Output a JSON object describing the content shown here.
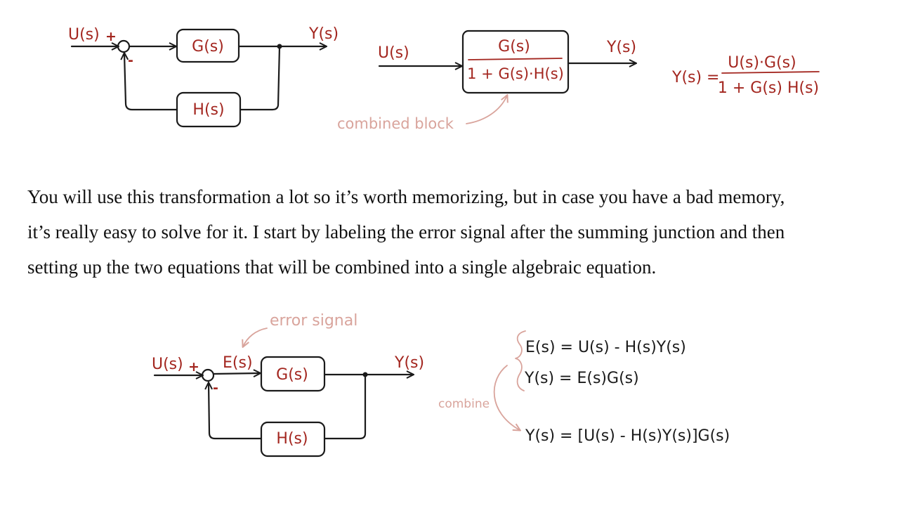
{
  "top_left_diagram": {
    "input": "U(s)",
    "plus": "+",
    "minus": "-",
    "forward_block": "G(s)",
    "feedback_block": "H(s)",
    "output": "Y(s)"
  },
  "top_middle_diagram": {
    "input": "U(s)",
    "block_numerator": "G(s)",
    "block_denominator": "1 + G(s)·H(s)",
    "output": "Y(s)",
    "annotation": "combined block"
  },
  "top_right_formula": {
    "lhs": "Y(s) =",
    "numerator": "U(s)·G(s)",
    "denominator": "1 + G(s) H(s)"
  },
  "paragraph": {
    "line1": "You will use this transformation a lot so it’s worth memorizing, but in case you have a bad memory,",
    "line2": "it’s really easy to solve for it. I start by labeling the error signal after the summing junction and then",
    "line3": "setting up the two equations that will be combined into a single algebraic equation."
  },
  "bottom_diagram": {
    "annotation": "error signal",
    "input": "U(s)",
    "plus": "+",
    "minus": "-",
    "error": "E(s)",
    "forward_block": "G(s)",
    "feedback_block": "H(s)",
    "output": "Y(s)"
  },
  "equations": {
    "eq1": "E(s) = U(s) - H(s)Y(s)",
    "eq2": "Y(s) = E(s)G(s)",
    "combine_label": "combine",
    "eq3": "Y(s) = [U(s) - H(s)Y(s)]G(s)"
  }
}
